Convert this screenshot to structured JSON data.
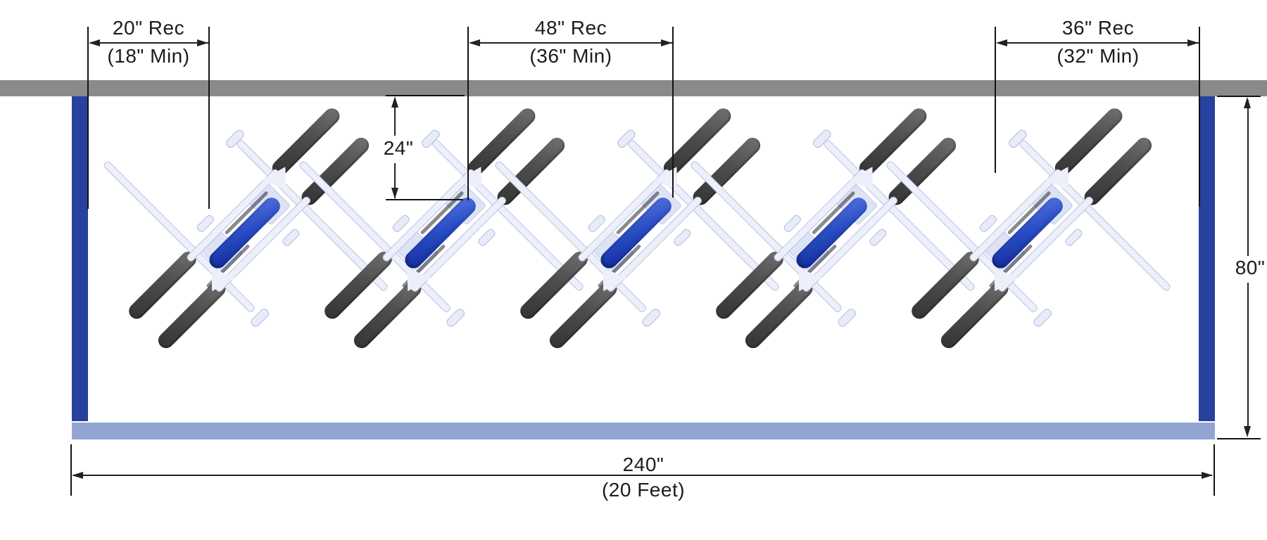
{
  "diagram": {
    "type": "bike-rack-spacing-plan",
    "bike_count": 5,
    "dims": {
      "left_spacing": {
        "primary": "20\" Rec",
        "secondary": "(18\" Min)"
      },
      "center_spacing": {
        "primary": "48\" Rec",
        "secondary": "(36\" Min)"
      },
      "right_spacing": {
        "primary": "36\" Rec",
        "secondary": "(32\" Min)"
      },
      "wall_clearance": {
        "primary": "24\""
      },
      "depth": {
        "primary": "80\""
      },
      "total_width": {
        "primary": "240\"",
        "secondary": "(20 Feet)"
      }
    },
    "colors": {
      "wall": "#8a8a8a",
      "column": "#27419e",
      "floor": "#92a4d2",
      "wheel": "#343434",
      "frame_blue": "#2a4ec5",
      "bike_white": "#edf0fa",
      "dim_line": "#222222"
    }
  }
}
